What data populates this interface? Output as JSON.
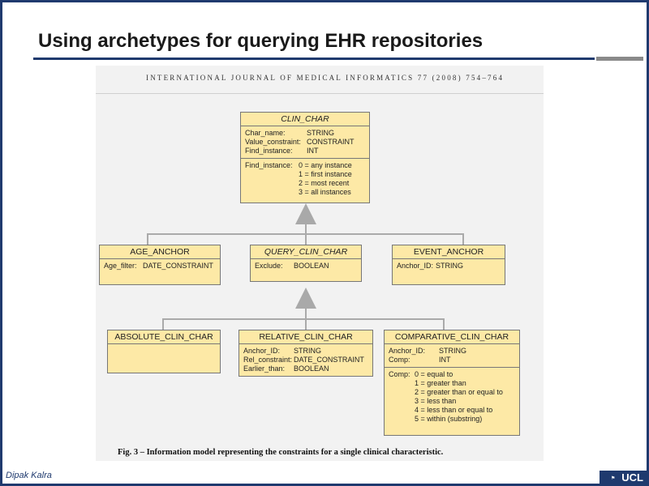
{
  "slide": {
    "title": "Using archetypes for querying EHR repositories",
    "author": "Dipak Kalra",
    "logo_text": "UCL",
    "logo_mark": "⚑",
    "colors": {
      "accent": "#1f3a6e",
      "box_fill": "#fde9a6",
      "rule_grey": "#8a8a8a"
    }
  },
  "figure": {
    "journal_header": "INTERNATIONAL JOURNAL OF MEDICAL INFORMATICS 77 (2008) 754–764",
    "caption_label": "Fig. 3 –",
    "caption_text": "Information model representing the constraints for a single clinical characteristic.",
    "clin_char": {
      "name": "CLIN_CHAR",
      "attrs": [
        {
          "name": "Char_name:",
          "type": "STRING"
        },
        {
          "name": "Value_constraint:",
          "type": "CONSTRAINT"
        },
        {
          "name": "Find_instance:",
          "type": "INT"
        }
      ],
      "note_label": "Find_instance:",
      "note_lines": [
        "0 = any instance",
        "1 = first instance",
        "2 = most recent",
        "3 = all instances"
      ]
    },
    "age_anchor": {
      "name": "AGE_ANCHOR",
      "attr": "Age_filter:",
      "type": "DATE_CONSTRAINT"
    },
    "query_clin_char": {
      "name": "QUERY_CLIN_CHAR",
      "attr": "Exclude:",
      "type": "BOOLEAN"
    },
    "event_anchor": {
      "name": "EVENT_ANCHOR",
      "attr": "Anchor_ID:",
      "type": "STRING"
    },
    "absolute_clin_char": {
      "name": "ABSOLUTE_CLIN_CHAR"
    },
    "relative_clin_char": {
      "name": "RELATIVE_CLIN_CHAR",
      "attrs": [
        {
          "name": "Anchor_ID:",
          "type": "STRING"
        },
        {
          "name": "Rel_constraint:",
          "type": "DATE_CONSTRAINT"
        },
        {
          "name": "Earlier_than:",
          "type": "BOOLEAN"
        }
      ]
    },
    "comparative_clin_char": {
      "name": "COMPARATIVE_CLIN_CHAR",
      "attrs": [
        {
          "name": "Anchor_ID:",
          "type": "STRING"
        },
        {
          "name": "Comp:",
          "type": "INT"
        }
      ],
      "note_label": "Comp:",
      "note_lines": [
        "0 = equal to",
        "1 = greater than",
        "2 = greater than or equal to",
        "3 = less than",
        "4 = less than or equal to",
        "5 = within (substring)"
      ]
    }
  }
}
